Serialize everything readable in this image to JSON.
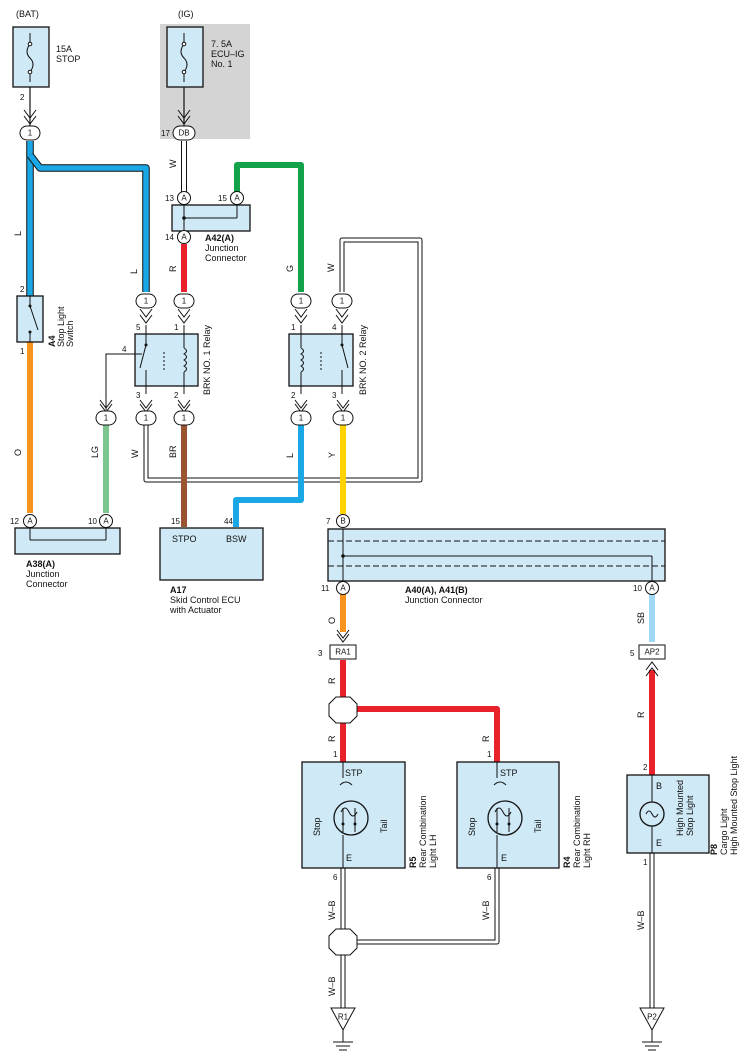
{
  "colors": {
    "L": "#1aa7e6",
    "W": "#ffffff",
    "R": "#e8212b",
    "G": "#12a24a",
    "O": "#f7941d",
    "LG": "#7cc58f",
    "BR": "#9a5431",
    "Y": "#ffd200",
    "SB": "#9fd9f3",
    "WB": "#ffffff",
    "component_fill": "#cfe9f6",
    "ig_box": "#d4d4d4"
  },
  "sources": {
    "bat": "(BAT)",
    "ig": "(IG)"
  },
  "fuses": {
    "stop": {
      "line1": "15A",
      "line2": "STOP",
      "pin": "2"
    },
    "ecu_ig": {
      "line1": "7. 5A",
      "line2": "ECU–IG",
      "line3": "No. 1",
      "pin": "17"
    }
  },
  "connectors": {
    "one": "1",
    "db": "DB",
    "a": "A",
    "b": "B",
    "ra1": "RA1",
    "ap2": "AP2",
    "r1": "R1",
    "p2": "P2"
  },
  "pins": {
    "p13": "13",
    "p15": "15",
    "p14": "14",
    "p12": "12",
    "p10": "10",
    "p5": "5",
    "p1": "1",
    "p4": "4",
    "p3": "3",
    "p2": "2",
    "p44": "44",
    "p7": "7",
    "p11": "11",
    "p6": "6",
    "ra1": "3",
    "ap2": "5"
  },
  "wire_labels": {
    "L": "L",
    "W": "W",
    "R": "R",
    "G": "G",
    "O": "O",
    "LG": "LG",
    "BR": "BR",
    "Y": "Y",
    "SB": "SB",
    "WB": "W–B"
  },
  "components": {
    "a42": {
      "ref": "A42(A)",
      "name1": "Junction",
      "name2": "Connector"
    },
    "a4": {
      "ref": "A4",
      "name1": "Stop Light",
      "name2": "Switch"
    },
    "relay1": {
      "name": "BRK NO. 1 Relay"
    },
    "relay2": {
      "name": "BRK NO. 2 Relay"
    },
    "a38": {
      "ref": "A38(A)",
      "name1": "Junction",
      "name2": "Connector"
    },
    "a17": {
      "ref": "A17",
      "name1": "Skid Control ECU",
      "name2": "with Actuator",
      "stpo": "STPO",
      "bsw": "BSW"
    },
    "a40": {
      "ref": "A40(A), A41(B)",
      "name": "Junction Connector"
    },
    "r5": {
      "ref": "R5",
      "name1": "Rear Combination",
      "name2": "Light LH"
    },
    "r4": {
      "ref": "R4",
      "name1": "Rear Combination",
      "name2": "Light RH"
    },
    "p8": {
      "ref": "P8",
      "name1": "Cargo Light",
      "name2": "High Mounted Stop Light"
    },
    "lamp": {
      "stp": "STP",
      "stop": "Stop",
      "tail": "Tail",
      "e": "E"
    },
    "hmsl": {
      "b": "B",
      "e": "E",
      "line1": "High Mounted",
      "line2": "Stop Light"
    }
  }
}
